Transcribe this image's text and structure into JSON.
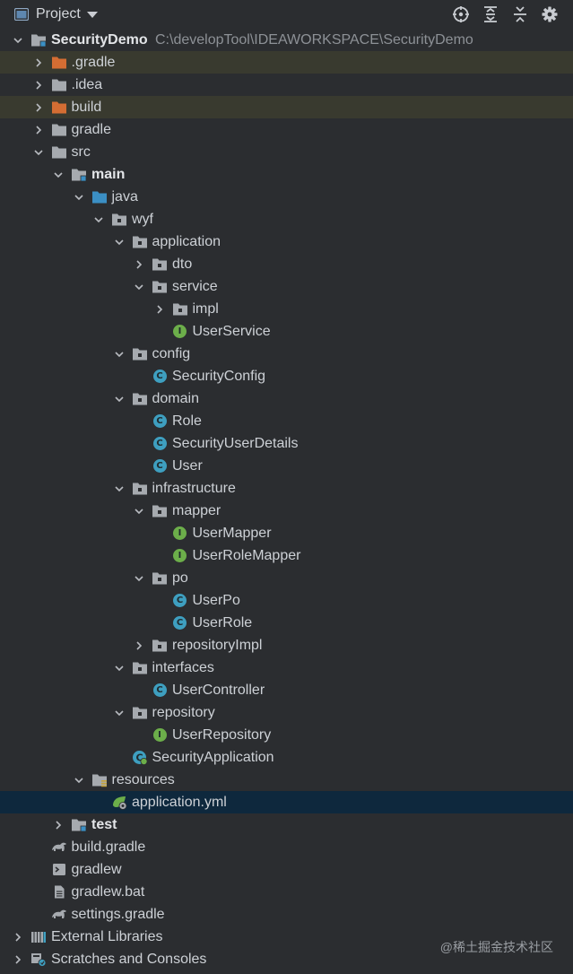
{
  "toolbar": {
    "title": "Project",
    "icons": [
      "project-window-icon",
      "chevron-down-icon",
      "locate-icon",
      "expand-all-icon",
      "collapse-all-icon",
      "gear-icon"
    ]
  },
  "tree": [
    {
      "depth": 0,
      "arrow": "down",
      "icon": "module-folder",
      "label": "SecurityDemo",
      "bold": true,
      "path": "C:\\developTool\\IDEAWORKSPACE\\SecurityDemo"
    },
    {
      "depth": 1,
      "arrow": "right",
      "icon": "folder-orange",
      "label": ".gradle",
      "excluded": true
    },
    {
      "depth": 1,
      "arrow": "right",
      "icon": "folder-gray",
      "label": ".idea"
    },
    {
      "depth": 1,
      "arrow": "right",
      "icon": "folder-orange",
      "label": "build",
      "excluded": true
    },
    {
      "depth": 1,
      "arrow": "right",
      "icon": "folder-gray",
      "label": "gradle"
    },
    {
      "depth": 1,
      "arrow": "down",
      "icon": "folder-gray",
      "label": "src"
    },
    {
      "depth": 2,
      "arrow": "down",
      "icon": "module-folder",
      "label": "main",
      "bold": true
    },
    {
      "depth": 3,
      "arrow": "down",
      "icon": "folder-blue",
      "label": "java"
    },
    {
      "depth": 4,
      "arrow": "down",
      "icon": "package",
      "label": "wyf"
    },
    {
      "depth": 5,
      "arrow": "down",
      "icon": "package",
      "label": "application"
    },
    {
      "depth": 6,
      "arrow": "right",
      "icon": "package",
      "label": "dto"
    },
    {
      "depth": 6,
      "arrow": "down",
      "icon": "package",
      "label": "service"
    },
    {
      "depth": 7,
      "arrow": "right",
      "icon": "package",
      "label": "impl"
    },
    {
      "depth": 7,
      "arrow": "none",
      "icon": "interface",
      "label": "UserService"
    },
    {
      "depth": 5,
      "arrow": "down",
      "icon": "package",
      "label": "config"
    },
    {
      "depth": 6,
      "arrow": "none",
      "icon": "class",
      "label": "SecurityConfig"
    },
    {
      "depth": 5,
      "arrow": "down",
      "icon": "package",
      "label": "domain"
    },
    {
      "depth": 6,
      "arrow": "none",
      "icon": "class",
      "label": "Role"
    },
    {
      "depth": 6,
      "arrow": "none",
      "icon": "class",
      "label": "SecurityUserDetails"
    },
    {
      "depth": 6,
      "arrow": "none",
      "icon": "class",
      "label": "User"
    },
    {
      "depth": 5,
      "arrow": "down",
      "icon": "package",
      "label": "infrastructure"
    },
    {
      "depth": 6,
      "arrow": "down",
      "icon": "package",
      "label": "mapper"
    },
    {
      "depth": 7,
      "arrow": "none",
      "icon": "interface",
      "label": "UserMapper"
    },
    {
      "depth": 7,
      "arrow": "none",
      "icon": "interface",
      "label": "UserRoleMapper"
    },
    {
      "depth": 6,
      "arrow": "down",
      "icon": "package",
      "label": "po"
    },
    {
      "depth": 7,
      "arrow": "none",
      "icon": "class",
      "label": "UserPo"
    },
    {
      "depth": 7,
      "arrow": "none",
      "icon": "class",
      "label": "UserRole"
    },
    {
      "depth": 6,
      "arrow": "right",
      "icon": "package",
      "label": "repositoryImpl"
    },
    {
      "depth": 5,
      "arrow": "down",
      "icon": "package",
      "label": "interfaces"
    },
    {
      "depth": 6,
      "arrow": "none",
      "icon": "class",
      "label": "UserController"
    },
    {
      "depth": 5,
      "arrow": "down",
      "icon": "package",
      "label": "repository"
    },
    {
      "depth": 6,
      "arrow": "none",
      "icon": "interface",
      "label": "UserRepository"
    },
    {
      "depth": 5,
      "arrow": "none",
      "icon": "spring-boot-class",
      "label": "SecurityApplication"
    },
    {
      "depth": 3,
      "arrow": "down",
      "icon": "resources-folder",
      "label": "resources"
    },
    {
      "depth": 4,
      "arrow": "none",
      "icon": "spring-yml",
      "label": "application.yml",
      "selected": true
    },
    {
      "depth": 2,
      "arrow": "right",
      "icon": "module-folder",
      "label": "test",
      "bold": true
    },
    {
      "depth": 1,
      "arrow": "none",
      "icon": "gradle",
      "label": "build.gradle"
    },
    {
      "depth": 1,
      "arrow": "none",
      "icon": "terminal",
      "label": "gradlew"
    },
    {
      "depth": 1,
      "arrow": "none",
      "icon": "text-file",
      "label": "gradlew.bat"
    },
    {
      "depth": 1,
      "arrow": "none",
      "icon": "gradle",
      "label": "settings.gradle"
    },
    {
      "depth": 0,
      "arrow": "right",
      "icon": "libraries",
      "label": "External Libraries"
    },
    {
      "depth": 0,
      "arrow": "right",
      "icon": "scratches",
      "label": "Scratches and Consoles"
    }
  ],
  "badge_letters": {
    "class": "C",
    "interface": "I"
  },
  "colors": {
    "background": "#2b2d30",
    "selected_row": "#0e283d",
    "excluded_row": "#393a2f",
    "folder_gray": "#a6aaaf",
    "folder_orange": "#d46d33",
    "folder_blue": "#3b8fc4",
    "class_badge": "#3e9fc0",
    "interface_badge": "#6cae4a"
  },
  "watermark": "@稀土掘金技术社区"
}
